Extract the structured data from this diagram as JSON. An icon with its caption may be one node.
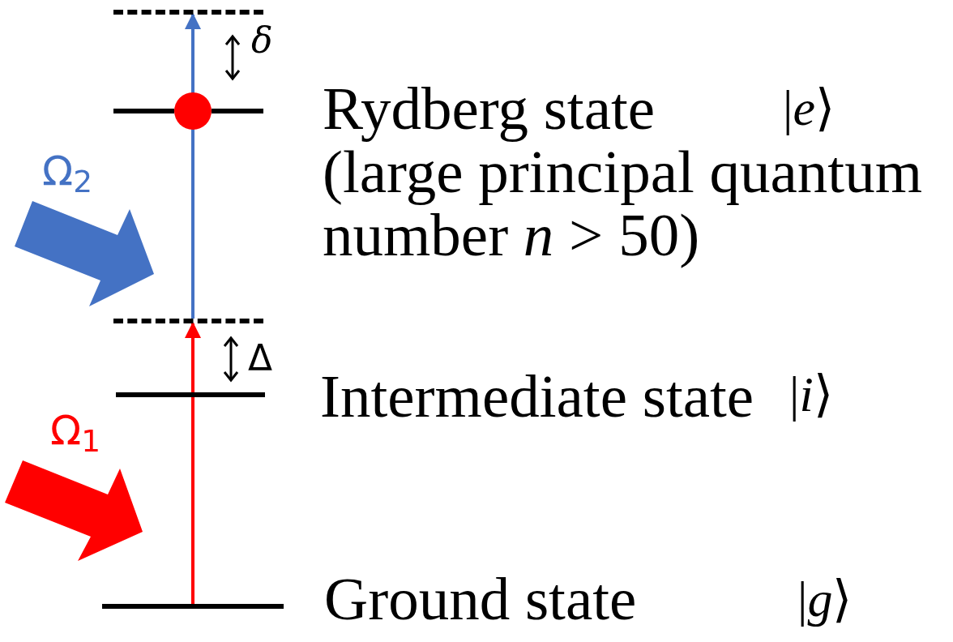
{
  "diagram": {
    "nodes": [
      {
        "text": [],
        "shape": "bar"
      },
      {
        "text": [],
        "shape": "bar",
        "beside": [
          "Rydberg state",
          "(large principal quantum number *n* > 50)"
        ]
      },
      {
        "text": [],
        "shape": "bar"
      },
      {
        "text": [],
        "shape": "bar",
        "beside": [
          "Intermediate state"
        ]
      },
      {
        "text": [],
        "shape": "bar",
        "beside": [
          "Ground state"
        ]
      }
    ],
    "edges": [
      {
        "from": 4,
        "to": 2,
        "arrow": "to",
        "color": "#ff0000"
      },
      {
        "from": 2,
        "to": 0,
        "arrow": "to",
        "color": "#4472c4"
      }
    ],
    "labels": [
      "δ",
      "|*e*⟩",
      "Ω$_{2}$",
      "Δ",
      "|*i*⟩",
      "Ω$_{1}$",
      "|*g*⟩"
    ]
  }
}
